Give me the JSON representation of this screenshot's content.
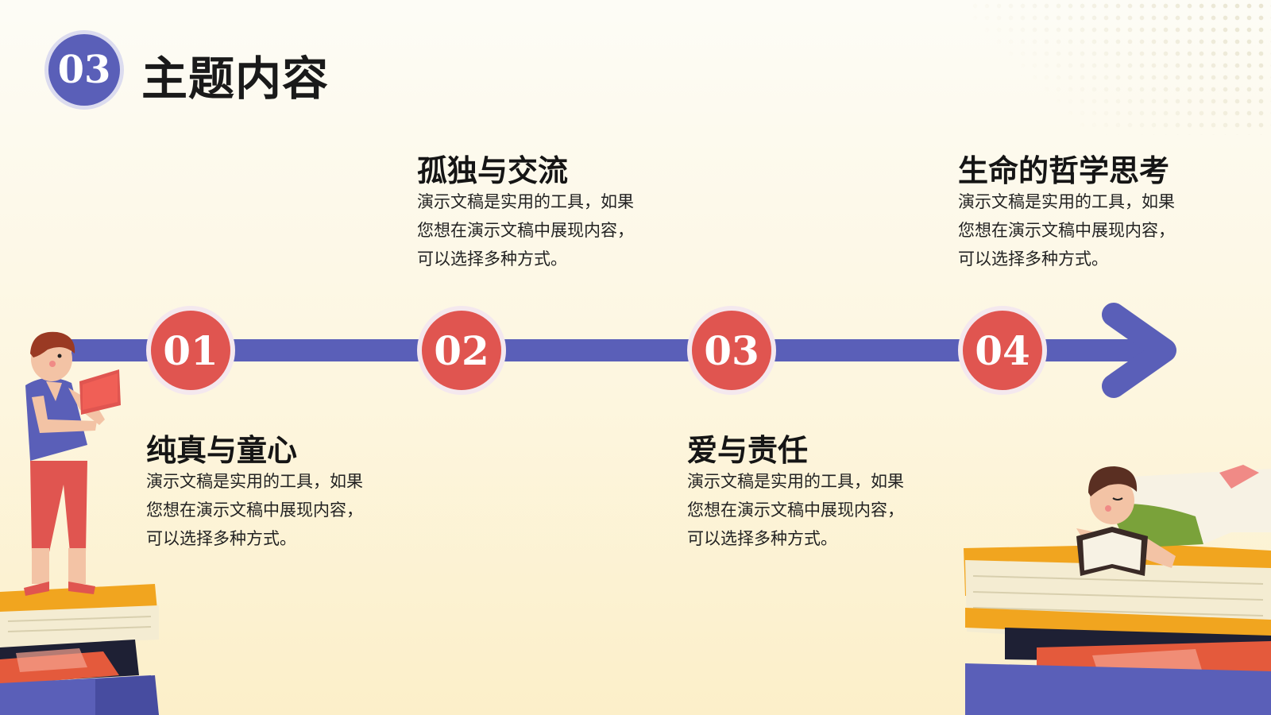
{
  "header": {
    "section_number": "03",
    "title": "主题内容"
  },
  "colors": {
    "timeline": "#5a5fb8",
    "step_circle": "#e05550",
    "background": "#fdf8e6"
  },
  "steps": [
    {
      "number": "01",
      "title": "纯真与童心",
      "desc": "演示文稿是实用的工具，如果您想在演示文稿中展现内容，可以选择多种方式。"
    },
    {
      "number": "02",
      "title": "孤独与交流",
      "desc": "演示文稿是实用的工具，如果您想在演示文稿中展现内容，可以选择多种方式。"
    },
    {
      "number": "03",
      "title": "爱与责任",
      "desc": "演示文稿是实用的工具，如果您想在演示文稿中展现内容，可以选择多种方式。"
    },
    {
      "number": "04",
      "title": "生命的哲学思考",
      "desc": "演示文稿是实用的工具，如果您想在演示文稿中展现内容，可以选择多种方式。"
    }
  ],
  "illustrations": {
    "left": "boy-reading-on-books-illustration",
    "right": "boy-lying-reading-on-books-illustration"
  }
}
